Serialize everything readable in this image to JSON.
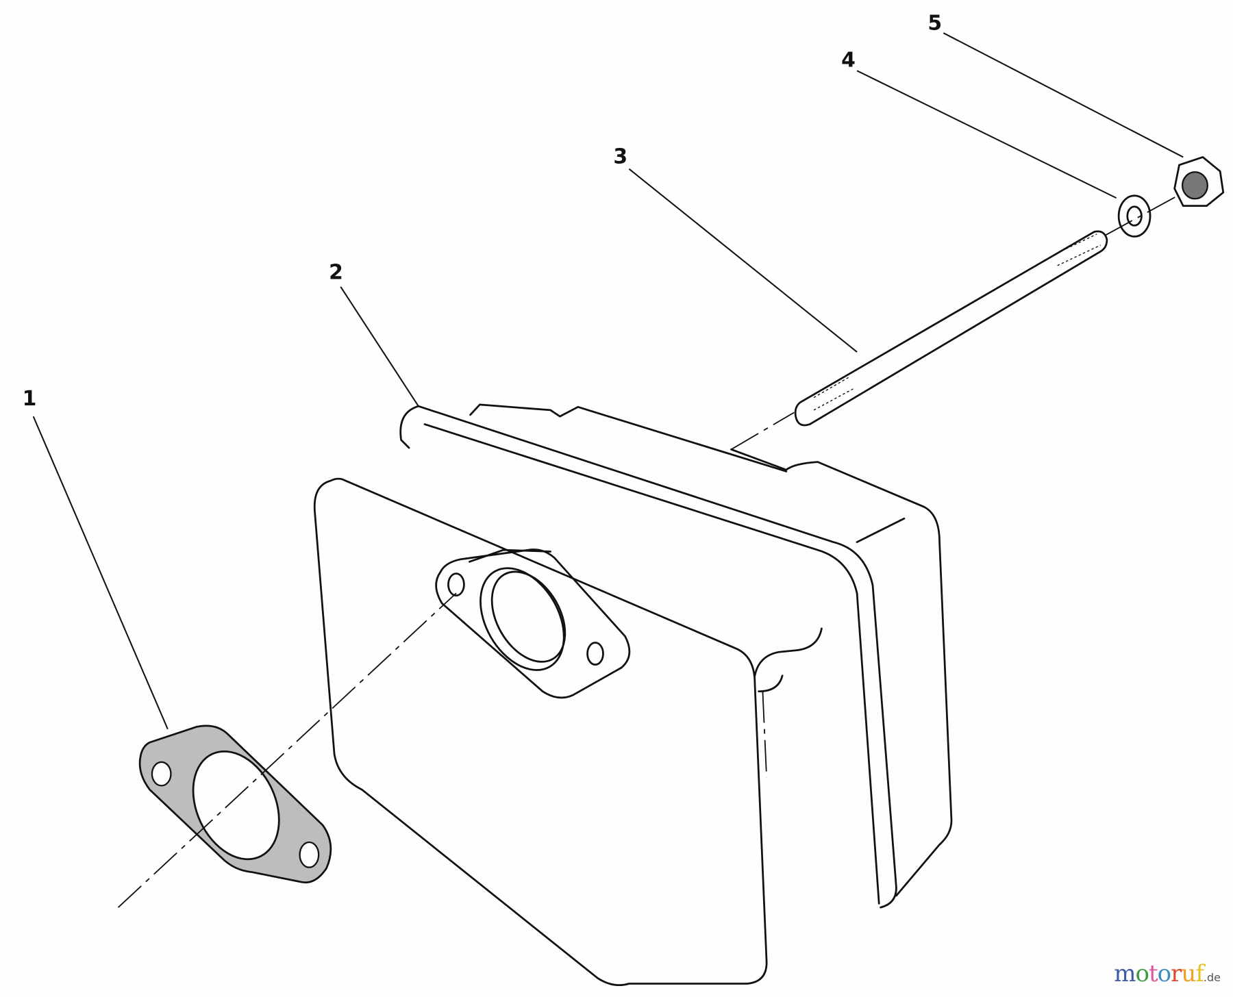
{
  "diagram": {
    "callouts": [
      {
        "label": "1",
        "part": "gasket"
      },
      {
        "label": "2",
        "part": "muffler"
      },
      {
        "label": "3",
        "part": "stud"
      },
      {
        "label": "4",
        "part": "lock-washer"
      },
      {
        "label": "5",
        "part": "nut"
      }
    ]
  },
  "watermark": {
    "text": "motoruf",
    "suffix": ".de",
    "colors": [
      "#3b5ba5",
      "#3d9a45",
      "#e0559a",
      "#3b8bc5",
      "#e0472f",
      "#f0a020",
      "#e8c020"
    ]
  }
}
